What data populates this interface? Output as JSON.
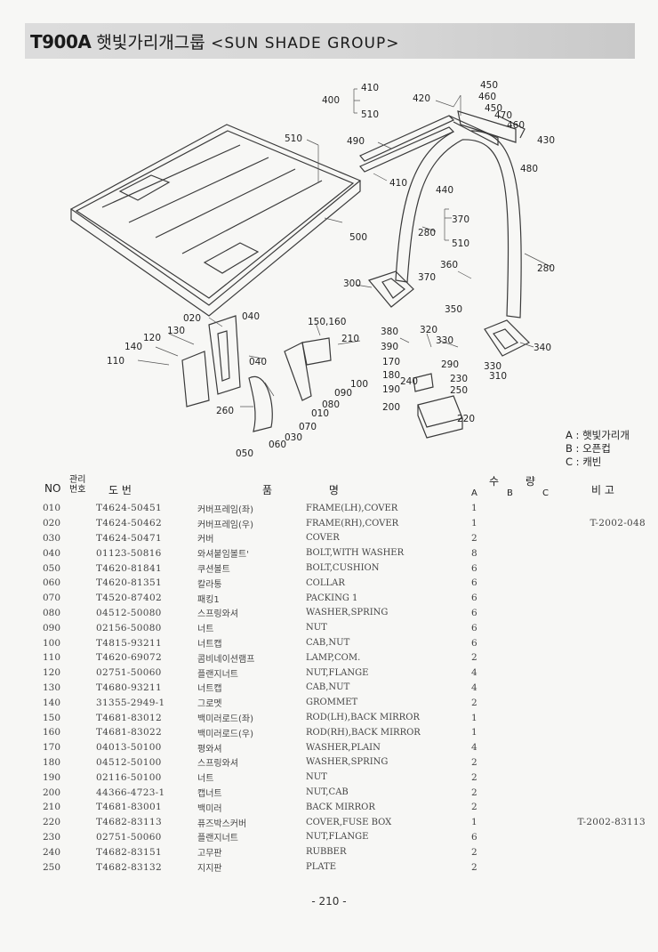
{
  "header": {
    "model": "T900A",
    "title_ko": "햇빛가리개그룹",
    "title_en": "<SUN SHADE GROUP>"
  },
  "diagram": {
    "callouts": [
      "410",
      "400",
      "510",
      "420",
      "450",
      "460",
      "450",
      "470",
      "460",
      "430",
      "480",
      "490",
      "510",
      "410",
      "440",
      "370",
      "280",
      "510",
      "500",
      "280",
      "360",
      "370",
      "300",
      "350",
      "020",
      "040",
      "150,160",
      "130",
      "120",
      "140",
      "210",
      "380",
      "320",
      "390",
      "330",
      "340",
      "110",
      "040",
      "170",
      "180",
      "290",
      "330",
      "240",
      "230",
      "310",
      "100",
      "190",
      "250",
      "090",
      "080",
      "200",
      "260",
      "010",
      "220",
      "070",
      "030",
      "060",
      "050"
    ]
  },
  "legend": [
    {
      "key": "A",
      "label": "햇빛가리개"
    },
    {
      "key": "B",
      "label": "오픈컵"
    },
    {
      "key": "C",
      "label": "캐빈"
    }
  ],
  "table_header": {
    "no": "NO",
    "mgmt": "관리번호",
    "drawing_no": "도 번",
    "part_name": "품 명",
    "qty": "수 량",
    "qty_cols": [
      "A",
      "B",
      "C"
    ],
    "remarks": "비 고"
  },
  "parts": [
    {
      "no": "010",
      "part": "T4624-50451",
      "ko": "커버프레임(좌)",
      "en": "FRAME(LH),COVER",
      "a": "1",
      "b": "",
      "c": "",
      "rem": ""
    },
    {
      "no": "020",
      "part": "T4624-50462",
      "ko": "커버프레임(우)",
      "en": "FRAME(RH),COVER",
      "a": "1",
      "b": "",
      "c": "",
      "rem": "T-2002-048"
    },
    {
      "no": "030",
      "part": "T4624-50471",
      "ko": "커버",
      "en": "COVER",
      "a": "2",
      "b": "",
      "c": "",
      "rem": ""
    },
    {
      "no": "040",
      "part": "01123-50816",
      "ko": "와셔붙임볼트'",
      "en": "BOLT,WITH WASHER",
      "a": "8",
      "b": "",
      "c": "",
      "rem": ""
    },
    {
      "no": "050",
      "part": "T4620-81841",
      "ko": "쿠션볼트",
      "en": "BOLT,CUSHION",
      "a": "6",
      "b": "",
      "c": "",
      "rem": ""
    },
    {
      "no": "060",
      "part": "T4620-81351",
      "ko": "칼라통",
      "en": "COLLAR",
      "a": "6",
      "b": "",
      "c": "",
      "rem": ""
    },
    {
      "no": "070",
      "part": "T4520-87402",
      "ko": "패킹1",
      "en": "PACKING 1",
      "a": "6",
      "b": "",
      "c": "",
      "rem": ""
    },
    {
      "no": "080",
      "part": "04512-50080",
      "ko": "스프링와셔",
      "en": "WASHER,SPRING",
      "a": "6",
      "b": "",
      "c": "",
      "rem": ""
    },
    {
      "no": "090",
      "part": "02156-50080",
      "ko": "너트",
      "en": "NUT",
      "a": "6",
      "b": "",
      "c": "",
      "rem": ""
    },
    {
      "no": "100",
      "part": "T4815-93211",
      "ko": "너트캡",
      "en": "CAB,NUT",
      "a": "6",
      "b": "",
      "c": "",
      "rem": ""
    },
    {
      "no": "110",
      "part": "T4620-69072",
      "ko": "콤비네이션램프",
      "en": "LAMP,COM.",
      "a": "2",
      "b": "",
      "c": "",
      "rem": ""
    },
    {
      "no": "120",
      "part": "02751-50060",
      "ko": "플랜지너트",
      "en": "NUT,FLANGE",
      "a": "4",
      "b": "",
      "c": "",
      "rem": ""
    },
    {
      "no": "130",
      "part": "T4680-93211",
      "ko": "너트캡",
      "en": "CAB,NUT",
      "a": "4",
      "b": "",
      "c": "",
      "rem": ""
    },
    {
      "no": "140",
      "part": "31355-2949-1",
      "ko": "그로멧",
      "en": "GROMMET",
      "a": "2",
      "b": "",
      "c": "",
      "rem": ""
    },
    {
      "no": "150",
      "part": "T4681-83012",
      "ko": "백미러로드(좌)",
      "en": "ROD(LH),BACK MIRROR",
      "a": "1",
      "b": "",
      "c": "",
      "rem": ""
    },
    {
      "no": "160",
      "part": "T4681-83022",
      "ko": "백미러로드(우)",
      "en": "ROD(RH),BACK MIRROR",
      "a": "1",
      "b": "",
      "c": "",
      "rem": ""
    },
    {
      "no": "170",
      "part": "04013-50100",
      "ko": "평와셔",
      "en": "WASHER,PLAIN",
      "a": "4",
      "b": "",
      "c": "",
      "rem": ""
    },
    {
      "no": "180",
      "part": "04512-50100",
      "ko": "스프링와셔",
      "en": "WASHER,SPRING",
      "a": "2",
      "b": "",
      "c": "",
      "rem": ""
    },
    {
      "no": "190",
      "part": "02116-50100",
      "ko": "너트",
      "en": "NUT",
      "a": "2",
      "b": "",
      "c": "",
      "rem": ""
    },
    {
      "no": "200",
      "part": "44366-4723-1",
      "ko": "캡너트",
      "en": "NUT,CAB",
      "a": "2",
      "b": "",
      "c": "",
      "rem": ""
    },
    {
      "no": "210",
      "part": "T4681-83001",
      "ko": "백미러",
      "en": "BACK MIRROR",
      "a": "2",
      "b": "",
      "c": "",
      "rem": ""
    },
    {
      "no": "220",
      "part": "T4682-83113",
      "ko": "퓨즈박스커버",
      "en": "COVER,FUSE BOX",
      "a": "1",
      "b": "",
      "c": "",
      "rem": "T-2002-83113"
    },
    {
      "no": "230",
      "part": "02751-50060",
      "ko": "플랜지너트",
      "en": "NUT,FLANGE",
      "a": "6",
      "b": "",
      "c": "",
      "rem": ""
    },
    {
      "no": "240",
      "part": "T4682-83151",
      "ko": "고무판",
      "en": "RUBBER",
      "a": "2",
      "b": "",
      "c": "",
      "rem": ""
    },
    {
      "no": "250",
      "part": "T4682-83132",
      "ko": "지지판",
      "en": "PLATE",
      "a": "2",
      "b": "",
      "c": "",
      "rem": ""
    }
  ],
  "footer": {
    "page": "- 210 -"
  }
}
